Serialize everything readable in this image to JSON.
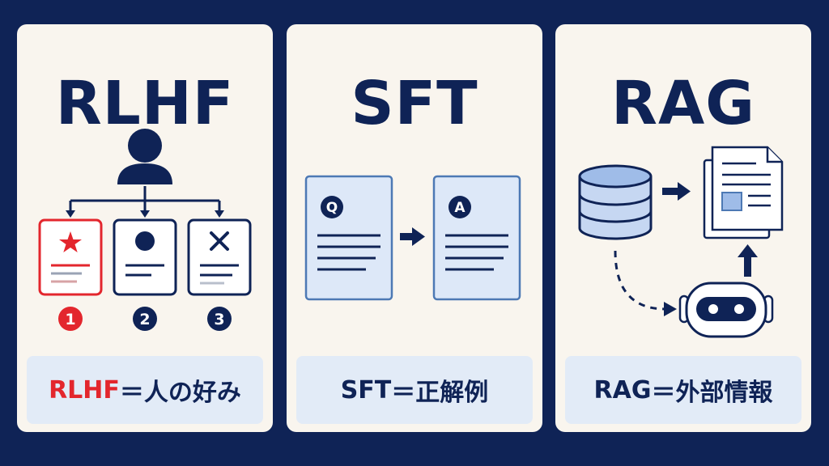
{
  "panels": [
    {
      "title": "RLHF",
      "caption_term": "RLHF",
      "caption_rest": "＝人の好み",
      "rank_labels": [
        "1",
        "2",
        "3"
      ],
      "icons": [
        "person-icon",
        "star-icon",
        "circle-icon",
        "cross-icon"
      ]
    },
    {
      "title": "SFT",
      "caption_term": "SFT",
      "caption_rest": "＝正解例",
      "question_label": "Q",
      "answer_label": "A",
      "icons": [
        "arrow-right-icon"
      ]
    },
    {
      "title": "RAG",
      "caption_term": "RAG",
      "caption_rest": "＝外部情報",
      "icons": [
        "database-icon",
        "document-icon",
        "robot-icon",
        "arrow-right-icon",
        "arrow-up-icon"
      ]
    }
  ],
  "colors": {
    "background": "#0f2356",
    "panel": "#f9f5ee",
    "navy": "#0f2356",
    "accent_red": "#e3262d",
    "light_blue": "#dde8f8",
    "caption_bg": "#e2ebf7"
  }
}
